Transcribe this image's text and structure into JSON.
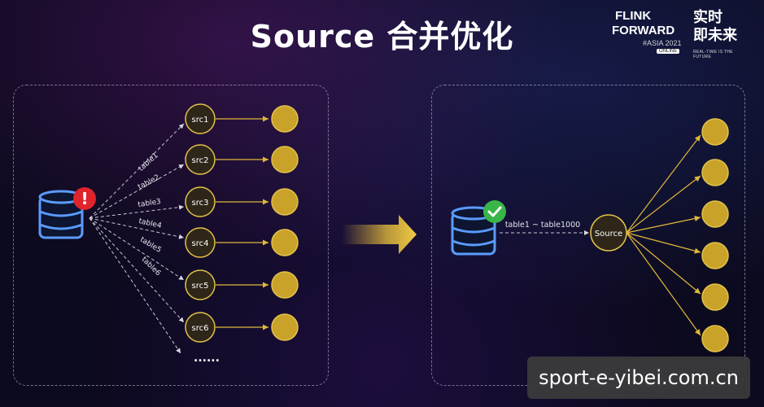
{
  "title": "Source 合并优化",
  "logo": {
    "line1": "FLINK",
    "line2": "FORWARD",
    "line3": "#ASIA 2021",
    "badge": "ONLINE",
    "cn_line1": "实时",
    "cn_line2": "即未来",
    "tagline": "REAL-TIME IS THE FUTURE"
  },
  "left_diagram": {
    "sources": [
      "src1",
      "src2",
      "src3",
      "src4",
      "src5",
      "src6"
    ],
    "edge_labels": [
      "table1",
      "table2",
      "table3",
      "table4",
      "table5",
      "table6"
    ],
    "ellipsis": "......",
    "status_icon": "warning-icon"
  },
  "right_diagram": {
    "source_label": "Source",
    "edge_label": "table1 ~ table1000",
    "output_count": 6,
    "status_icon": "check-icon"
  },
  "colors": {
    "node_fill": "#c9a22a",
    "node_stroke": "#e3c24a",
    "src_fill": "#2e2618",
    "warning": "#e0242b",
    "check": "#3ab54a",
    "db_stroke": "#5b9bff",
    "arrow": "#e0b83a"
  },
  "watermark": "sport-e-yibei.com.cn"
}
